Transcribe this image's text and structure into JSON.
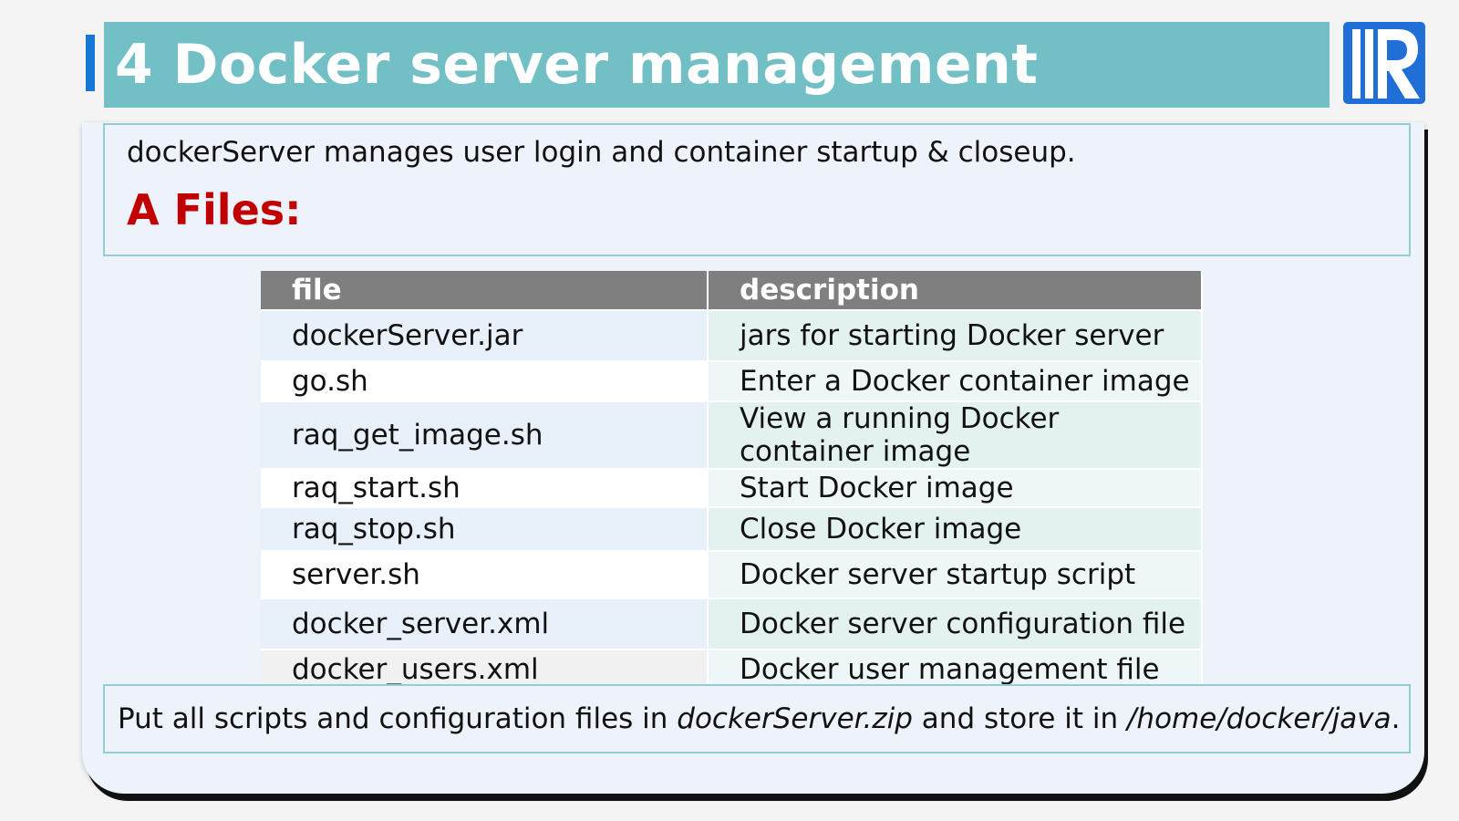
{
  "header": {
    "title": "4 Docker server management"
  },
  "colors": {
    "title_bar": "#72c0c6",
    "title_marker": "#1777d2",
    "section_head": "#c00000",
    "table_header": "#7f7f7f",
    "logo_blue": "#1f6fd6"
  },
  "logo": {
    "icon": "raqsoft-r-logo-icon"
  },
  "intro": {
    "text": "dockerServer manages user login and container startup & closeup.",
    "section_heading": "A Files:"
  },
  "table": {
    "columns": [
      "file",
      "description"
    ],
    "rows": [
      {
        "file": "dockerServer.jar",
        "description": "jars for starting Docker server"
      },
      {
        "file": "go.sh",
        "description": "Enter a Docker container image"
      },
      {
        "file": "raq_get_image.sh",
        "description": "View a running Docker container image"
      },
      {
        "file": "raq_start.sh",
        "description": "Start Docker image"
      },
      {
        "file": "raq_stop.sh",
        "description": "Close Docker image"
      },
      {
        "file": "server.sh",
        "description": "Docker server startup script"
      },
      {
        "file": "docker_server.xml",
        "description": "Docker server configuration file"
      },
      {
        "file": "docker_users.xml",
        "description": "Docker user management file"
      }
    ]
  },
  "note": {
    "part1": "Put all scripts and configuration files in ",
    "zip_name": "dockerServer.zip",
    "part2": " and store it in ",
    "path": "/home/docker/java",
    "part3": "."
  }
}
